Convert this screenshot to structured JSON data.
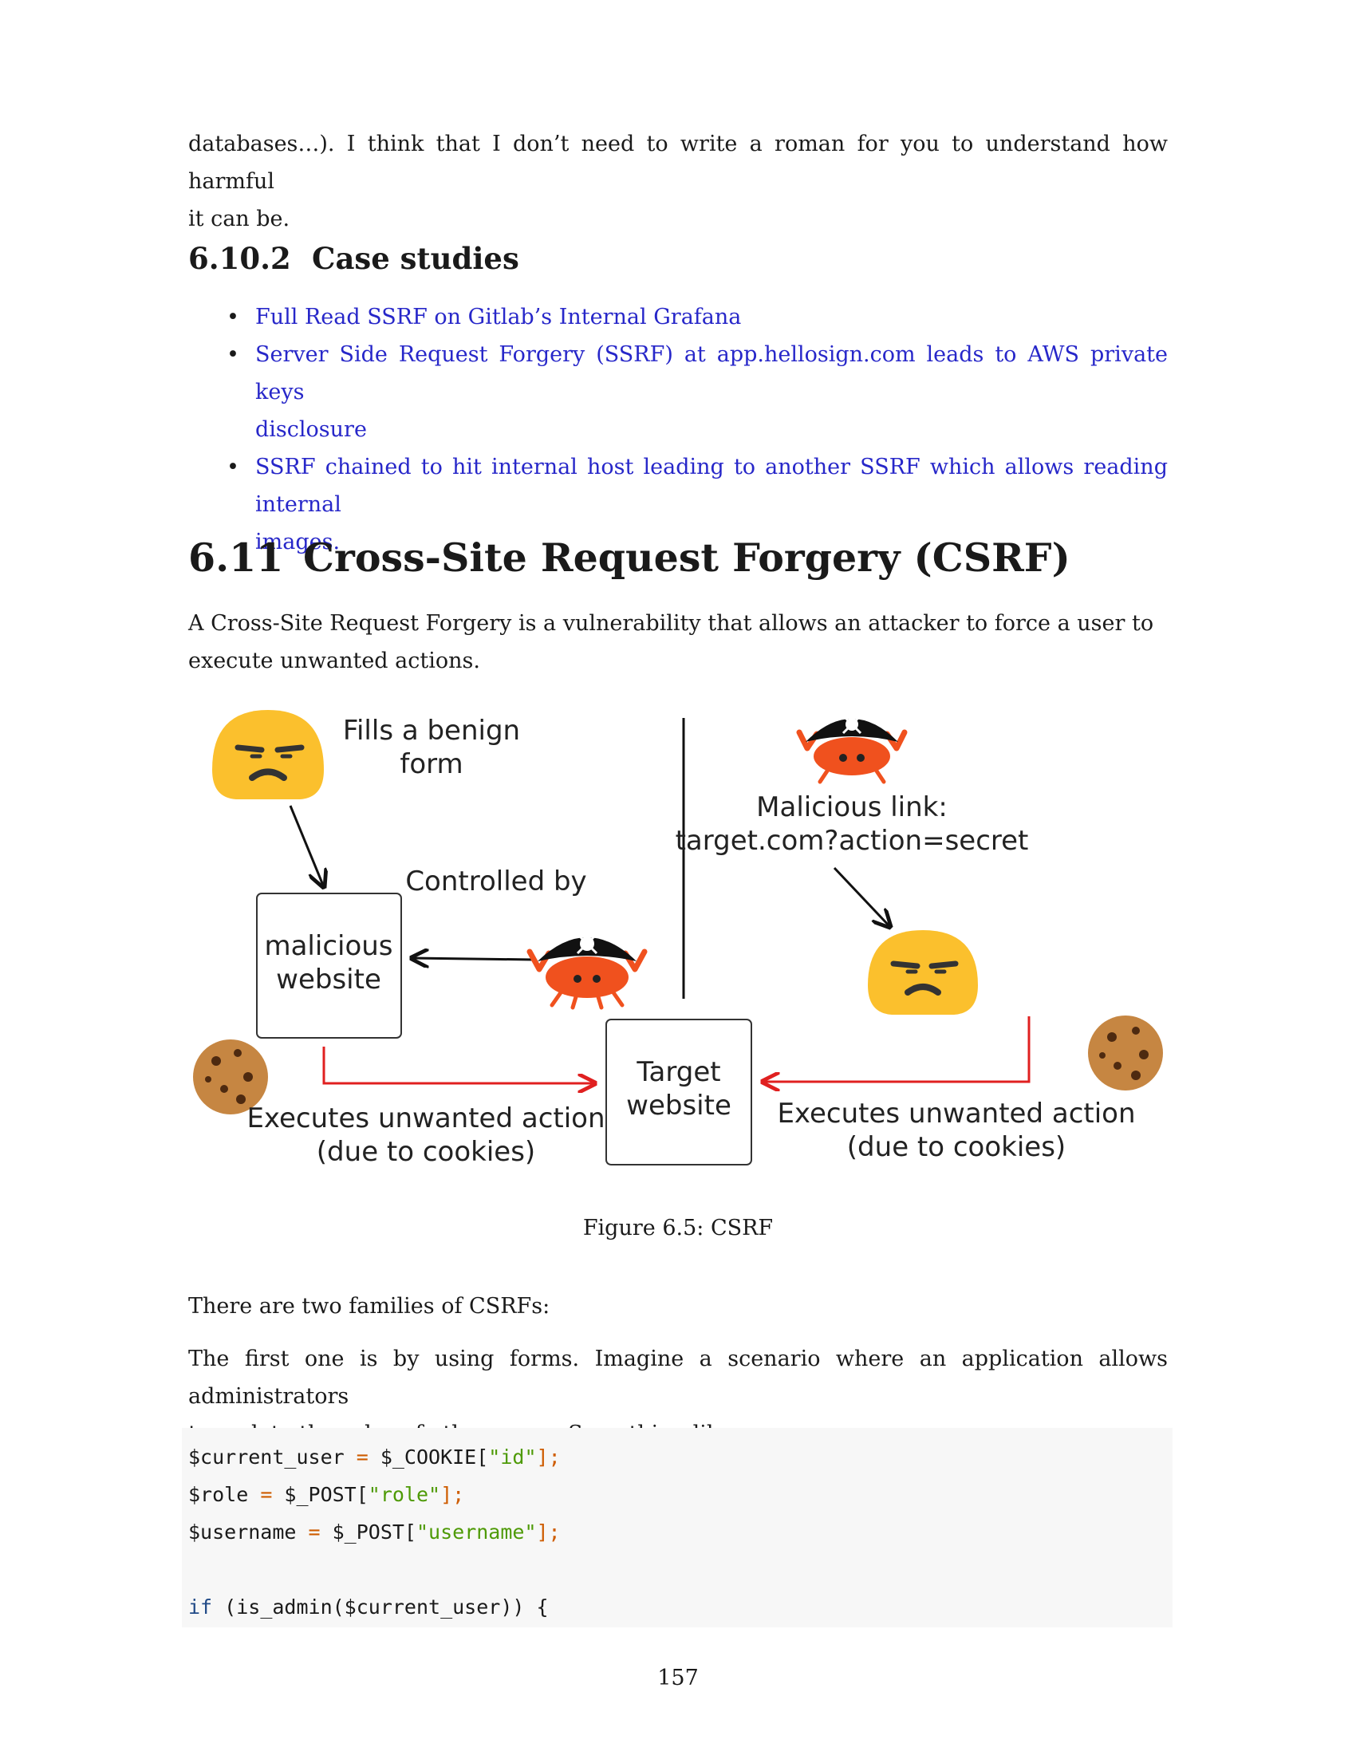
{
  "intro_paragraph": {
    "line1": "databases…). I think that I don’t need to write a roman for you to understand how harmful",
    "line2": "it can be."
  },
  "subsection": {
    "number": "6.10.2",
    "title": "Case studies"
  },
  "case_studies": [
    {
      "line1": "Full Read SSRF on Gitlab’s Internal Grafana",
      "line2": ""
    },
    {
      "line1": "Server Side Request Forgery (SSRF) at app.hellosign.com leads to AWS private keys",
      "line2": "disclosure"
    },
    {
      "line1": "SSRF chained to hit internal host leading to another SSRF which allows reading internal",
      "line2": "images."
    }
  ],
  "section": {
    "number": "6.11",
    "title": "Cross-Site Request Forgery (CSRF)"
  },
  "csrf_definition": {
    "line1": "A Cross-Site Request Forgery is a vulnerability that allows an attacker to force a user to",
    "line2": "execute unwanted actions."
  },
  "figure": {
    "fills_form_line1": "Fills a benign",
    "fills_form_line2": "form",
    "controlled_by": "Controlled by",
    "malicious_website_line1": "malicious",
    "malicious_website_line2": "website",
    "malicious_link_line1": "Malicious  link:",
    "malicious_link_line2": "target.com?action=secret",
    "target_website_line1": "Target",
    "target_website_line2": "website",
    "left_action_line1": "Executes unwanted action",
    "left_action_line2": "(due to cookies)",
    "right_action_line1": "Executes unwanted action",
    "right_action_line2": "(due to cookies)",
    "colors": {
      "arrow_red": "#e02020",
      "emoji_yellow": "#fbc02d",
      "crab_orange": "#f0511e",
      "cookie_brown": "#c68642"
    },
    "caption": "Figure 6.5: CSRF"
  },
  "families_paragraph": "There are two families of CSRFs:",
  "forms_paragraph": {
    "line1": "The first one is by using forms. Imagine a scenario where an application allows administrators",
    "line2": "to update the roles of other users. Something like:"
  },
  "code": {
    "l1_var": "$current_user",
    "l1_op": " = ",
    "l1_fn": "$_COOKIE[",
    "l1_str": "\"id\"",
    "l1_end": "];",
    "l2_var": "$role",
    "l2_op": " = ",
    "l2_fn": "$_POST[",
    "l2_str": "\"role\"",
    "l2_end": "];",
    "l3_var": "$username",
    "l3_op": " = ",
    "l3_fn": "$_POST[",
    "l3_str": "\"username\"",
    "l3_end": "];",
    "l5_kw": "if",
    "l5_rest": " (is_admin($current_user)) {"
  },
  "page_number": "157"
}
